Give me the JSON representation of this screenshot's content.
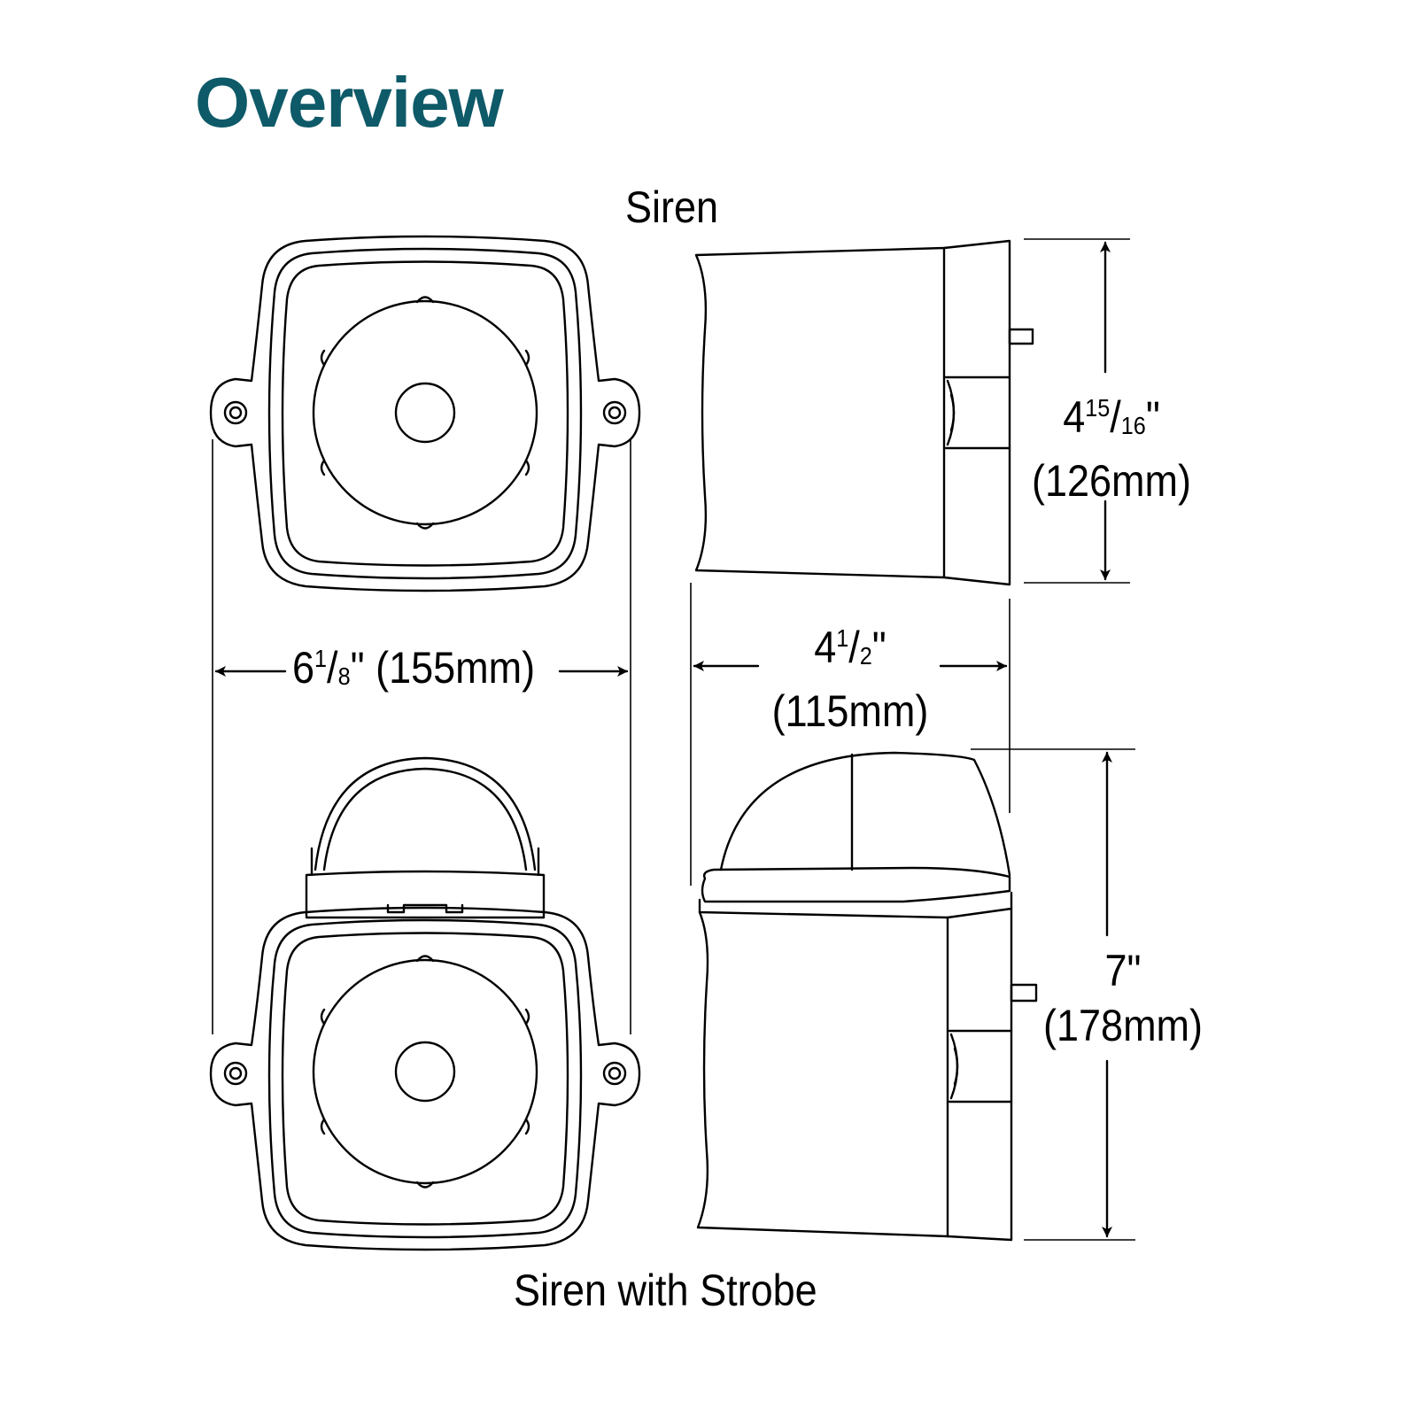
{
  "title": "Overview",
  "title_color": "#0e5a68",
  "labels": {
    "siren": "Siren",
    "siren_with_strobe": "Siren with Strobe"
  },
  "dimensions": {
    "width": {
      "whole": "6",
      "num": "1",
      "den": "8",
      "unit": "\"",
      "metric": "(155mm)"
    },
    "depth": {
      "whole": "4",
      "num": "1",
      "den": "2",
      "unit": "\"",
      "metric": "(115mm)"
    },
    "height_siren": {
      "whole": "4",
      "num": "15",
      "den": "16",
      "unit": "\"",
      "metric": "(126mm)"
    },
    "height_strobe": {
      "whole": "7",
      "unit": "\"",
      "metric": "(178mm)"
    }
  }
}
